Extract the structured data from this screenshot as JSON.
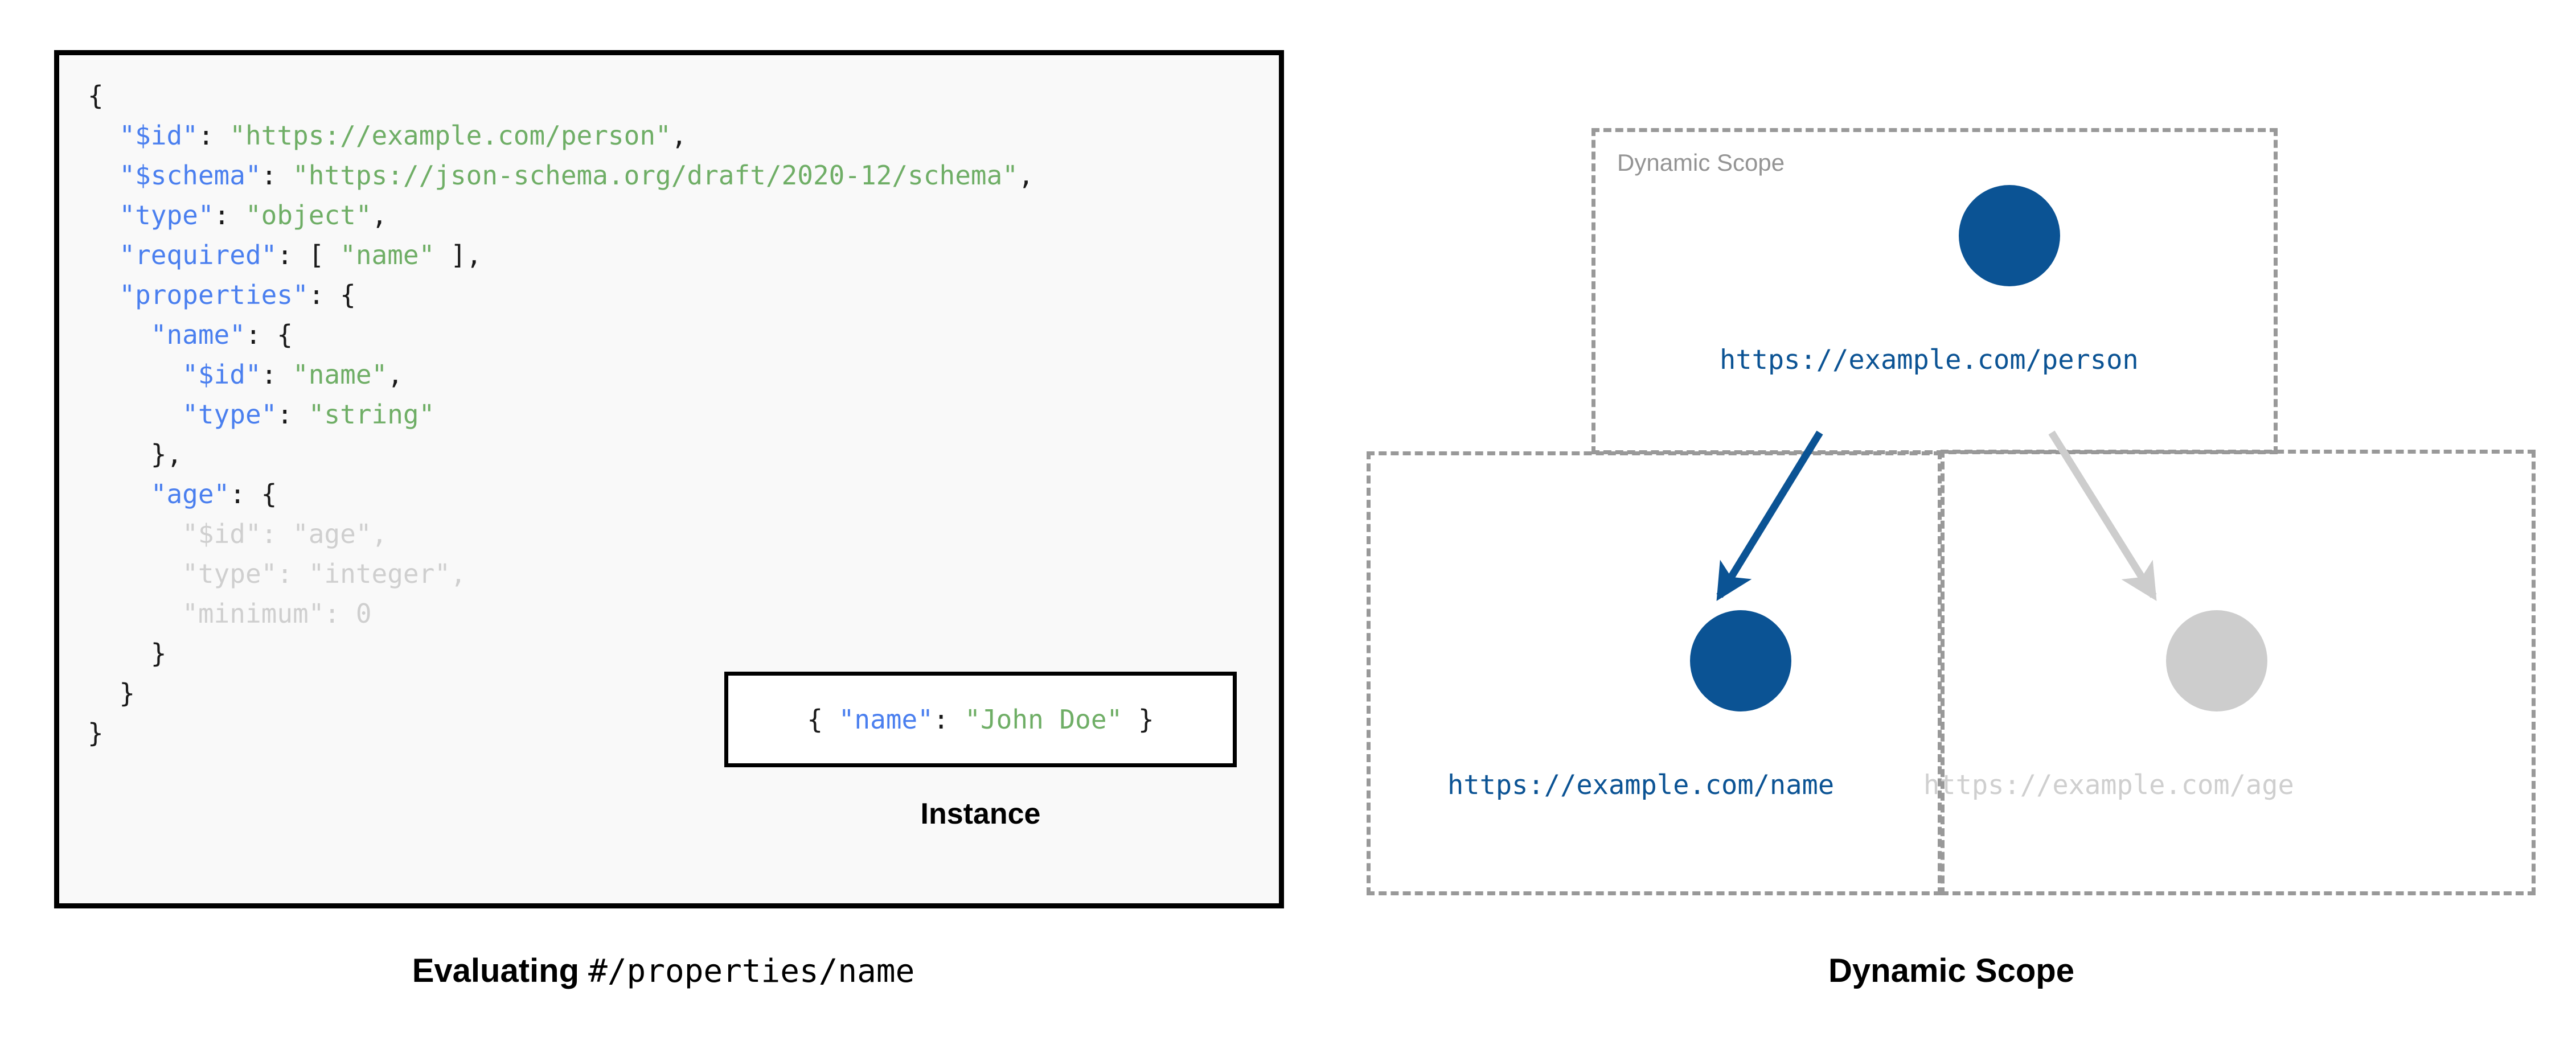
{
  "colors": {
    "accent_blue": "#0b5394",
    "muted_gray": "#cdcdcd",
    "dashed_border_gray": "#999999",
    "code_key_blue": "#4a7fef",
    "code_string_green": "#6fae66",
    "code_dimmed_gray": "#cfcfcf",
    "code_background": "#f9f9f9",
    "page_background": "#ffffff"
  },
  "left": {
    "schema_lines": [
      {
        "id": "line-open-brace",
        "dimmed": false,
        "tokens": [
          {
            "t": "{",
            "c": "p"
          }
        ]
      },
      {
        "id": "line-id",
        "dimmed": false,
        "tokens": [
          {
            "t": "  ",
            "c": "p"
          },
          {
            "t": "\"$id\"",
            "c": "k"
          },
          {
            "t": ": ",
            "c": "p"
          },
          {
            "t": "\"https://example.com/person\"",
            "c": "s"
          },
          {
            "t": ",",
            "c": "p"
          }
        ]
      },
      {
        "id": "line-schema",
        "dimmed": false,
        "tokens": [
          {
            "t": "  ",
            "c": "p"
          },
          {
            "t": "\"$schema\"",
            "c": "k"
          },
          {
            "t": ": ",
            "c": "p"
          },
          {
            "t": "\"https://json-schema.org/draft/2020-12/schema\"",
            "c": "s"
          },
          {
            "t": ",",
            "c": "p"
          }
        ]
      },
      {
        "id": "line-type-object",
        "dimmed": false,
        "tokens": [
          {
            "t": "  ",
            "c": "p"
          },
          {
            "t": "\"type\"",
            "c": "k"
          },
          {
            "t": ": ",
            "c": "p"
          },
          {
            "t": "\"object\"",
            "c": "s"
          },
          {
            "t": ",",
            "c": "p"
          }
        ]
      },
      {
        "id": "line-required",
        "dimmed": false,
        "tokens": [
          {
            "t": "  ",
            "c": "p"
          },
          {
            "t": "\"required\"",
            "c": "k"
          },
          {
            "t": ": [ ",
            "c": "p"
          },
          {
            "t": "\"name\"",
            "c": "s"
          },
          {
            "t": " ],",
            "c": "p"
          }
        ]
      },
      {
        "id": "line-properties",
        "dimmed": false,
        "tokens": [
          {
            "t": "  ",
            "c": "p"
          },
          {
            "t": "\"properties\"",
            "c": "k"
          },
          {
            "t": ": {",
            "c": "p"
          }
        ]
      },
      {
        "id": "line-name-open",
        "dimmed": false,
        "tokens": [
          {
            "t": "    ",
            "c": "p"
          },
          {
            "t": "\"name\"",
            "c": "k"
          },
          {
            "t": ": {",
            "c": "p"
          }
        ]
      },
      {
        "id": "line-name-id",
        "dimmed": false,
        "tokens": [
          {
            "t": "      ",
            "c": "p"
          },
          {
            "t": "\"$id\"",
            "c": "k"
          },
          {
            "t": ": ",
            "c": "p"
          },
          {
            "t": "\"name\"",
            "c": "s"
          },
          {
            "t": ",",
            "c": "p"
          }
        ]
      },
      {
        "id": "line-name-type",
        "dimmed": false,
        "tokens": [
          {
            "t": "      ",
            "c": "p"
          },
          {
            "t": "\"type\"",
            "c": "k"
          },
          {
            "t": ": ",
            "c": "p"
          },
          {
            "t": "\"string\"",
            "c": "s"
          }
        ]
      },
      {
        "id": "line-name-close",
        "dimmed": false,
        "tokens": [
          {
            "t": "    },",
            "c": "p"
          }
        ]
      },
      {
        "id": "line-age-open",
        "dimmed": false,
        "tokens": [
          {
            "t": "    ",
            "c": "p"
          },
          {
            "t": "\"age\"",
            "c": "k"
          },
          {
            "t": ": {",
            "c": "p"
          }
        ]
      },
      {
        "id": "line-age-id",
        "dimmed": true,
        "tokens": [
          {
            "t": "      ",
            "c": "p"
          },
          {
            "t": "\"$id\"",
            "c": "k"
          },
          {
            "t": ": ",
            "c": "p"
          },
          {
            "t": "\"age\"",
            "c": "s"
          },
          {
            "t": ",",
            "c": "p"
          }
        ]
      },
      {
        "id": "line-age-type",
        "dimmed": true,
        "tokens": [
          {
            "t": "      ",
            "c": "p"
          },
          {
            "t": "\"type\"",
            "c": "k"
          },
          {
            "t": ": ",
            "c": "p"
          },
          {
            "t": "\"integer\"",
            "c": "s"
          },
          {
            "t": ",",
            "c": "p"
          }
        ]
      },
      {
        "id": "line-age-minimum",
        "dimmed": true,
        "tokens": [
          {
            "t": "      ",
            "c": "p"
          },
          {
            "t": "\"minimum\"",
            "c": "k"
          },
          {
            "t": ": ",
            "c": "p"
          },
          {
            "t": "0",
            "c": "s"
          }
        ]
      },
      {
        "id": "line-age-close",
        "dimmed": false,
        "tokens": [
          {
            "t": "    }",
            "c": "p"
          }
        ]
      },
      {
        "id": "line-properties-close",
        "dimmed": false,
        "tokens": [
          {
            "t": "  }",
            "c": "p"
          }
        ]
      },
      {
        "id": "line-close-brace",
        "dimmed": false,
        "tokens": [
          {
            "t": "}",
            "c": "p"
          }
        ]
      }
    ],
    "instance": {
      "tokens": [
        {
          "t": "{ ",
          "c": "p"
        },
        {
          "t": "\"name\"",
          "c": "k"
        },
        {
          "t": ": ",
          "c": "p"
        },
        {
          "t": "\"John Doe\"",
          "c": "s"
        },
        {
          "t": " }",
          "c": "p"
        }
      ],
      "caption": "Instance"
    },
    "caption_bold": "Evaluating ",
    "caption_mono": "#/properties/name"
  },
  "right": {
    "caption": "Dynamic Scope",
    "scopes": [
      {
        "id": "scope-root",
        "label": "Dynamic Scope"
      },
      {
        "id": "scope-name",
        "label": ""
      },
      {
        "id": "scope-age",
        "label": ""
      }
    ],
    "nodes": [
      {
        "id": "node-person",
        "label": "https://example.com/person",
        "color": "#0b5394",
        "active": true
      },
      {
        "id": "node-name",
        "label": "https://example.com/name",
        "color": "#0b5394",
        "active": true
      },
      {
        "id": "node-age",
        "label": "https://example.com/age",
        "color": "#cdcdcd",
        "active": false
      }
    ],
    "edges": [
      {
        "id": "edge-person-to-name",
        "from": "node-person",
        "to": "node-name",
        "color": "#0b5394",
        "active": true
      },
      {
        "id": "edge-person-to-age",
        "from": "node-person",
        "to": "node-age",
        "color": "#cdcdcd",
        "active": false
      }
    ]
  }
}
